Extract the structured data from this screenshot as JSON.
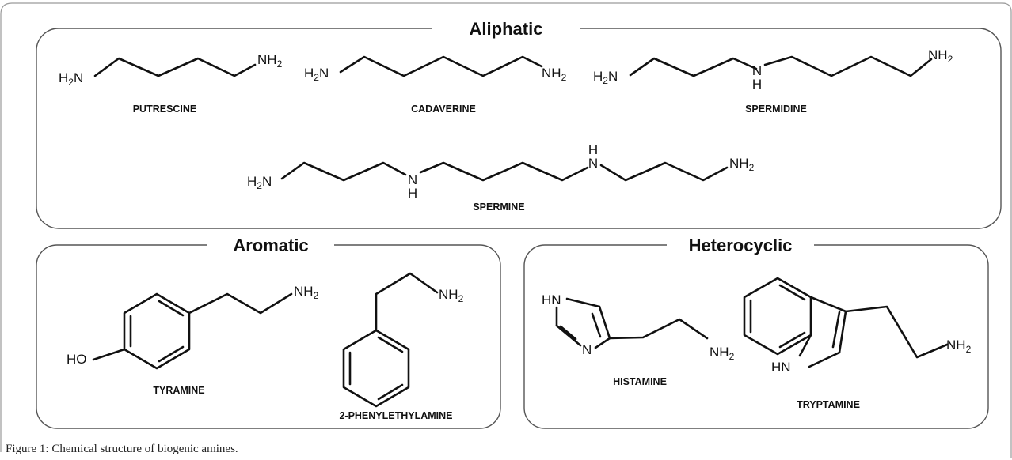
{
  "groups": {
    "aliphatic": "Aliphatic",
    "aromatic": "Aromatic",
    "heterocyclic": "Heterocyclic"
  },
  "compounds": {
    "putrescine": "PUTRESCINE",
    "cadaverine": "CADAVERINE",
    "spermidine": "SPERMIDINE",
    "spermine": "SPERMINE",
    "tyramine": "TYRAMINE",
    "phenylethylamine": "2-PHENYLETHYLAMINE",
    "histamine": "HISTAMINE",
    "tryptamine": "TRYPTAMINE"
  },
  "atoms": {
    "h": "H",
    "n": "N",
    "two": "2",
    "ho": "HO",
    "hn": "HN"
  },
  "caption": "Figure 1: Chemical structure of biogenic amines."
}
